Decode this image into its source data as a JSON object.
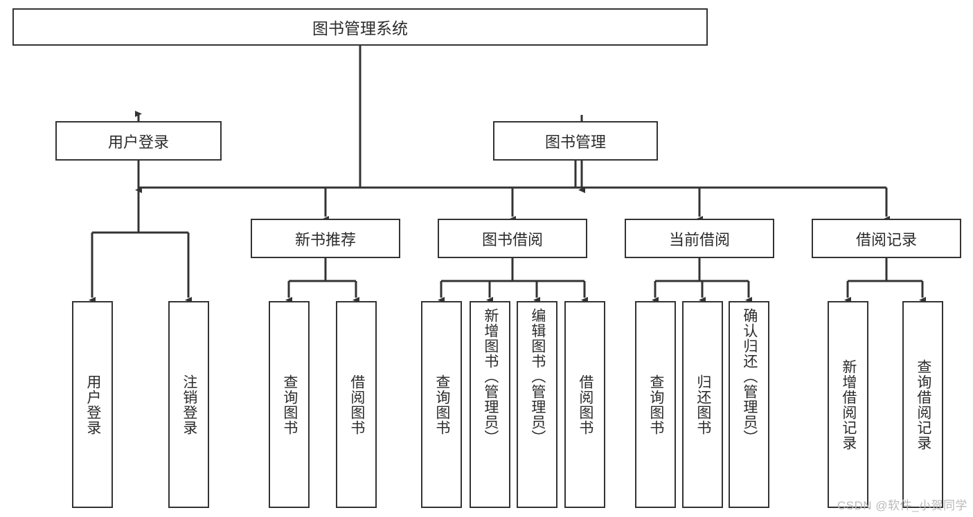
{
  "diagram": {
    "title": "图书管理系统",
    "root": {
      "label": "图书管理系统"
    },
    "level1": [
      {
        "label": "用户登录"
      },
      {
        "label": "图书管理"
      }
    ],
    "level2": [
      {
        "label": "新书推荐"
      },
      {
        "label": "图书借阅"
      },
      {
        "label": "当前借阅"
      },
      {
        "label": "借阅记录"
      }
    ],
    "leaves": [
      {
        "label": "用户登录",
        "parent": "用户登录",
        "centered": true
      },
      {
        "label": "注销登录",
        "parent": "用户登录",
        "centered": true
      },
      {
        "label": "查询图书",
        "parent": "新书推荐",
        "centered": true
      },
      {
        "label": "借阅图书",
        "parent": "新书推荐",
        "centered": true
      },
      {
        "label": "查询图书",
        "parent": "图书借阅",
        "centered": true
      },
      {
        "label": "新增图书（管理员）",
        "parent": "图书借阅",
        "centered": false
      },
      {
        "label": "编辑图书（管理员）",
        "parent": "图书借阅",
        "centered": false
      },
      {
        "label": "借阅图书",
        "parent": "图书借阅",
        "centered": true
      },
      {
        "label": "查询图书",
        "parent": "当前借阅",
        "centered": true
      },
      {
        "label": "归还图书",
        "parent": "当前借阅",
        "centered": true
      },
      {
        "label": "确认归还（管理员）",
        "parent": "当前借阅",
        "centered": false
      },
      {
        "label": "新增借阅记录",
        "parent": "借阅记录",
        "centered": true
      },
      {
        "label": "查询借阅记录",
        "parent": "借阅记录",
        "centered": true
      }
    ]
  },
  "watermark": {
    "text": "CSDN @软件_小贺同学"
  },
  "colors": {
    "stroke": "#333333",
    "text": "#2b2b2b",
    "background": "#ffffff",
    "watermark": "#b9b9b9"
  }
}
